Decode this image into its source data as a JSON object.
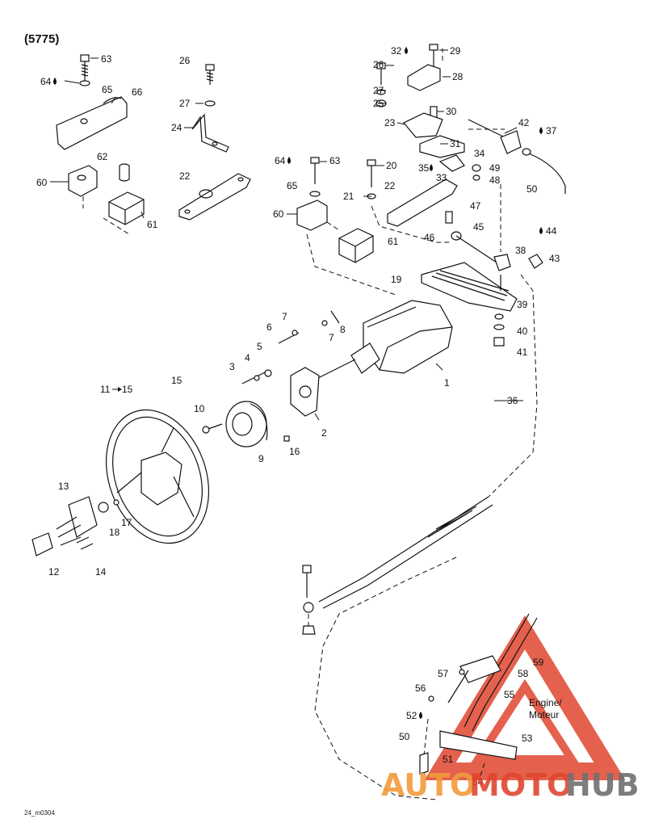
{
  "header": {
    "model_code": "(5775)"
  },
  "footer": {
    "reference": "24_m0304"
  },
  "engine_label": {
    "line1": "Engine/",
    "line2": "Moteur"
  },
  "watermark": {
    "part1": "AUTO",
    "part2": "MOTO",
    "part3": "HUB",
    "color_red": "#e0462f",
    "color_orange": "#f39b3c",
    "color_gray": "#707070"
  },
  "labels": [
    {
      "id": "l63a",
      "text": "63"
    },
    {
      "id": "l64a",
      "text": "64"
    },
    {
      "id": "l65a",
      "text": "65"
    },
    {
      "id": "l66",
      "text": "66"
    },
    {
      "id": "l62",
      "text": "62"
    },
    {
      "id": "l60a",
      "text": "60"
    },
    {
      "id": "l61a",
      "text": "61"
    },
    {
      "id": "l26a",
      "text": "26"
    },
    {
      "id": "l27a",
      "text": "27"
    },
    {
      "id": "l24",
      "text": "24"
    },
    {
      "id": "l22a",
      "text": "22"
    },
    {
      "id": "l32",
      "text": "32"
    },
    {
      "id": "l29",
      "text": "29"
    },
    {
      "id": "l26b",
      "text": "26"
    },
    {
      "id": "l28",
      "text": "28"
    },
    {
      "id": "l27b",
      "text": "27"
    },
    {
      "id": "l25",
      "text": "25"
    },
    {
      "id": "l30",
      "text": "30"
    },
    {
      "id": "l23",
      "text": "23"
    },
    {
      "id": "l31",
      "text": "31"
    },
    {
      "id": "l42",
      "text": "42"
    },
    {
      "id": "l37",
      "text": "37"
    },
    {
      "id": "l34",
      "text": "34"
    },
    {
      "id": "l35",
      "text": "35"
    },
    {
      "id": "l33",
      "text": "33"
    },
    {
      "id": "l49",
      "text": "49"
    },
    {
      "id": "l48",
      "text": "48"
    },
    {
      "id": "l50a",
      "text": "50"
    },
    {
      "id": "l64b",
      "text": "64"
    },
    {
      "id": "l63b",
      "text": "63"
    },
    {
      "id": "l20",
      "text": "20"
    },
    {
      "id": "l65b",
      "text": "65"
    },
    {
      "id": "l21",
      "text": "21"
    },
    {
      "id": "l22b",
      "text": "22"
    },
    {
      "id": "l60b",
      "text": "60"
    },
    {
      "id": "l61b",
      "text": "61"
    },
    {
      "id": "l47",
      "text": "47"
    },
    {
      "id": "l45",
      "text": "45"
    },
    {
      "id": "l46",
      "text": "46"
    },
    {
      "id": "l44",
      "text": "44"
    },
    {
      "id": "l38",
      "text": "38"
    },
    {
      "id": "l43",
      "text": "43"
    },
    {
      "id": "l19",
      "text": "19"
    },
    {
      "id": "l39",
      "text": "39"
    },
    {
      "id": "l40",
      "text": "40"
    },
    {
      "id": "l41",
      "text": "41"
    },
    {
      "id": "l36",
      "text": "36"
    },
    {
      "id": "l7a",
      "text": "7"
    },
    {
      "id": "l6",
      "text": "6"
    },
    {
      "id": "l8",
      "text": "8"
    },
    {
      "id": "l7b",
      "text": "7"
    },
    {
      "id": "l5",
      "text": "5"
    },
    {
      "id": "l4",
      "text": "4"
    },
    {
      "id": "l3",
      "text": "3"
    },
    {
      "id": "l1",
      "text": "1"
    },
    {
      "id": "l11",
      "text": "11"
    },
    {
      "id": "l15a",
      "text": "15"
    },
    {
      "id": "l15b",
      "text": "15"
    },
    {
      "id": "l10",
      "text": "10"
    },
    {
      "id": "l2",
      "text": "2"
    },
    {
      "id": "l9",
      "text": "9"
    },
    {
      "id": "l16",
      "text": "16"
    },
    {
      "id": "l13",
      "text": "13"
    },
    {
      "id": "l17",
      "text": "17"
    },
    {
      "id": "l18",
      "text": "18"
    },
    {
      "id": "l12",
      "text": "12"
    },
    {
      "id": "l14",
      "text": "14"
    },
    {
      "id": "l59",
      "text": "59"
    },
    {
      "id": "l57",
      "text": "57"
    },
    {
      "id": "l58",
      "text": "58"
    },
    {
      "id": "l56",
      "text": "56"
    },
    {
      "id": "l55",
      "text": "55"
    },
    {
      "id": "l52",
      "text": "52"
    },
    {
      "id": "l53",
      "text": "53"
    },
    {
      "id": "l50b",
      "text": "50"
    },
    {
      "id": "l51",
      "text": "51"
    },
    {
      "id": "l54",
      "text": "54"
    }
  ]
}
